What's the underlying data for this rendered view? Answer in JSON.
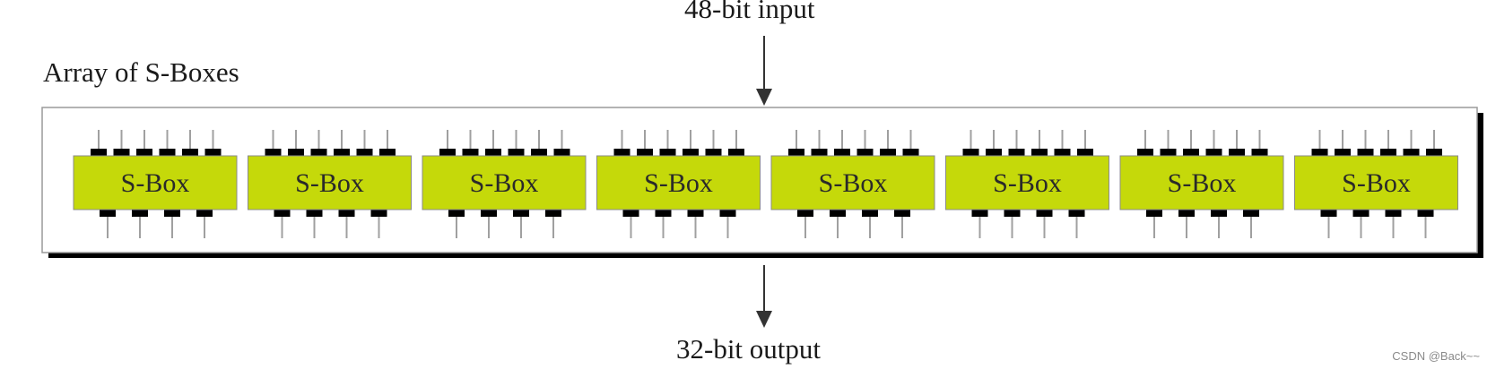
{
  "diagram": {
    "input_label": "48-bit input",
    "array_title": "Array of S-Boxes",
    "output_label": "32-bit output",
    "box_label": "S-Box",
    "box_count": 8,
    "inputs_per_box": 6,
    "outputs_per_box": 4,
    "colors": {
      "box_fill": "#c5d90a",
      "box_border": "#8a8a8a",
      "pin": "#000000",
      "lead": "#a0a0a0",
      "frame_border": "#9a9a9a",
      "frame_shadow": "#000000",
      "arrow": "#333333"
    }
  },
  "watermark": "CSDN @Back~~"
}
